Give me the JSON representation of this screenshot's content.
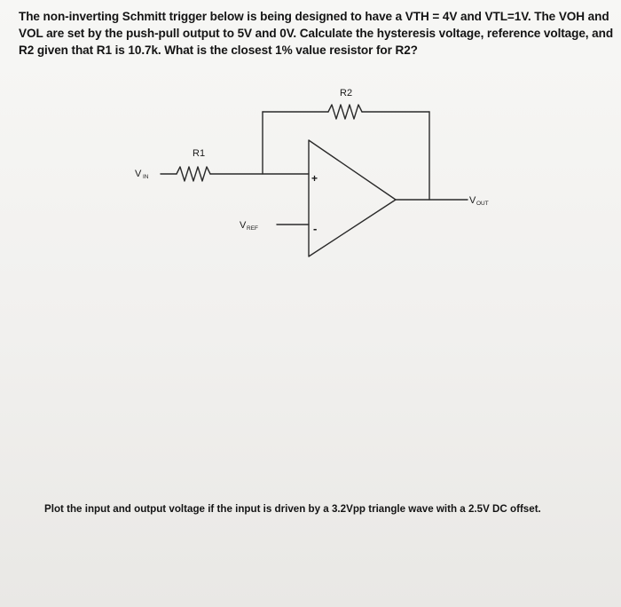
{
  "problem": {
    "text": "The non-inverting Schmitt trigger below is being designed to have a VTH = 4V and VTL=1V. The VOH and VOL are set by the push-pull output to 5V and 0V. Calculate the hysteresis voltage, reference voltage, and R2 given that R1 is 10.7k. What is the closest 1% value resistor for R2?"
  },
  "circuit": {
    "r1_label": "R1",
    "r2_label": "R2",
    "vin_label": "V",
    "vin_sub": "IN",
    "vref_label": "V",
    "vref_sub": "REF",
    "vout_label": "V",
    "vout_sub": "OUT",
    "plus_label": "+",
    "minus_label": "-"
  },
  "instruction": {
    "text": "Plot the input and output voltage if the input is driven by a 3.2Vpp triangle wave with a 2.5V DC offset."
  }
}
